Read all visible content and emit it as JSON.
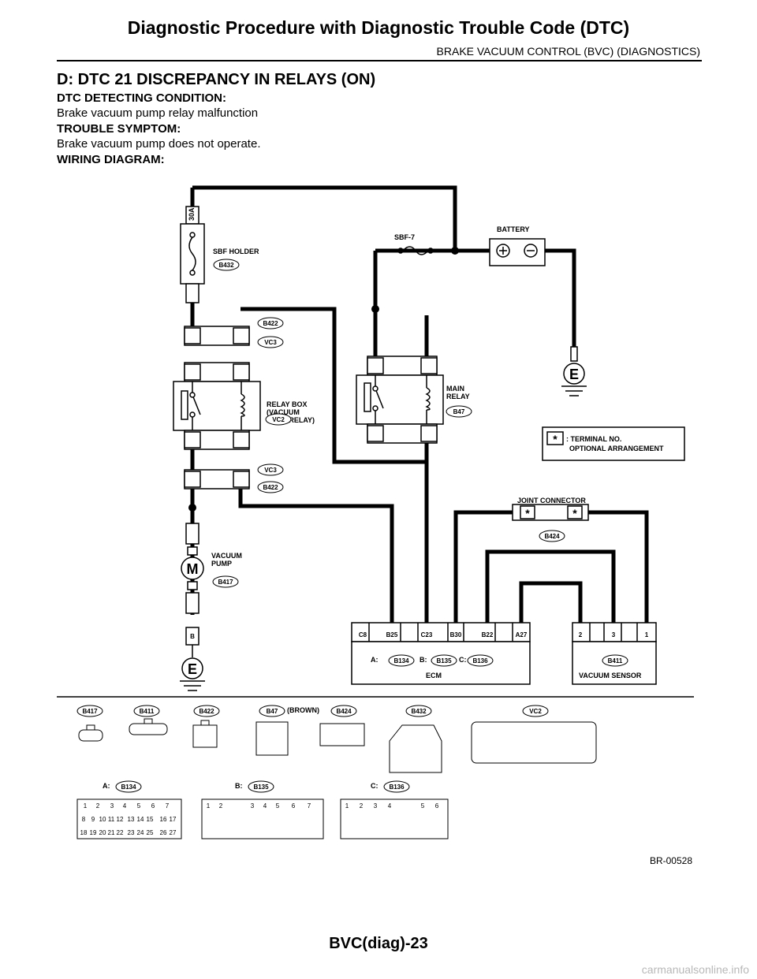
{
  "header": {
    "title": "Diagnostic Procedure with Diagnostic Trouble Code (DTC)",
    "subtitle": "BRAKE VACUUM CONTROL (BVC) (DIAGNOSTICS)"
  },
  "section": {
    "title": "D:  DTC 21 DISCREPANCY IN RELAYS (ON)",
    "condition_label": "DTC DETECTING CONDITION:",
    "condition_text": "Brake vacuum pump relay malfunction",
    "symptom_label": "TROUBLE SYMPTOM:",
    "symptom_text": "Brake vacuum pump does not operate.",
    "wiring_label": "WIRING DIAGRAM:"
  },
  "diagram": {
    "fuse_30a": "30A",
    "sbf_holder": "SBF HOLDER",
    "b432": "B432",
    "sbf7": "SBF-7",
    "battery": "BATTERY",
    "b422": "B422",
    "vc3": "VC3",
    "vc2": "VC2",
    "relay_box_1": "RELAY BOX",
    "relay_box_2": "(VACUUM",
    "relay_box_3": "PUMP RELAY)",
    "main_relay_1": "MAIN",
    "main_relay_2": "RELAY",
    "b47": "B47",
    "terminal_note_1": ": TERMINAL NO.",
    "terminal_note_2": "OPTIONAL ARRANGEMENT",
    "joint_connector": "JOINT CONNECTOR",
    "b424": "B424",
    "vacuum_pump_1": "VACUUM",
    "vacuum_pump_2": "PUMP",
    "b417": "B417",
    "motor": "M",
    "ground": "E",
    "pin_b": "B",
    "ecm": "ECM",
    "ecm_pins": [
      "C8",
      "B25",
      "C23",
      "B30",
      "B22",
      "A27"
    ],
    "a_label": "A:",
    "b_label": "B:",
    "c_label": "C:",
    "b134": "B134",
    "b135": "B135",
    "b136": "B136",
    "b411": "B411",
    "vacuum_sensor": "VACUUM SENSOR",
    "sensor_pins": [
      "2",
      "3",
      "1"
    ],
    "brown": "(BROWN)",
    "star": "*"
  },
  "figure_code": "BR-00528",
  "footer": "BVC(diag)-23",
  "watermark": "carmanualsonline.info"
}
